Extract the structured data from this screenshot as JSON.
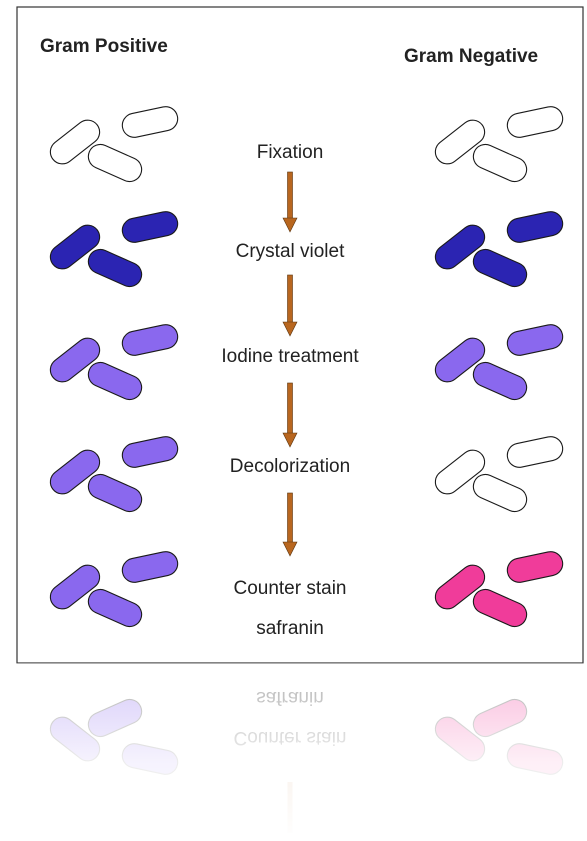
{
  "headers": {
    "left": "Gram Positive",
    "right": "Gram Negative"
  },
  "steps": [
    {
      "lines": [
        "Fixation"
      ],
      "left_color": "#ffffff",
      "right_color": "#ffffff"
    },
    {
      "lines": [
        "Crystal violet"
      ],
      "left_color": "#2b24b2",
      "right_color": "#2b24b2"
    },
    {
      "lines": [
        "Iodine treatment"
      ],
      "left_color": "#8a68ee",
      "right_color": "#8a68ee"
    },
    {
      "lines": [
        "Decolorization"
      ],
      "left_color": "#8a68ee",
      "right_color": "#ffffff"
    },
    {
      "lines": [
        "Counter stain",
        "safranin"
      ],
      "left_color": "#8a68ee",
      "right_color": "#f03c9a"
    }
  ],
  "colors": {
    "frame": "#333333",
    "arrow": "#b8661f",
    "arrow_edge": "#5a3510",
    "cell_outline": "#1a1a1a",
    "text": "#222222"
  }
}
